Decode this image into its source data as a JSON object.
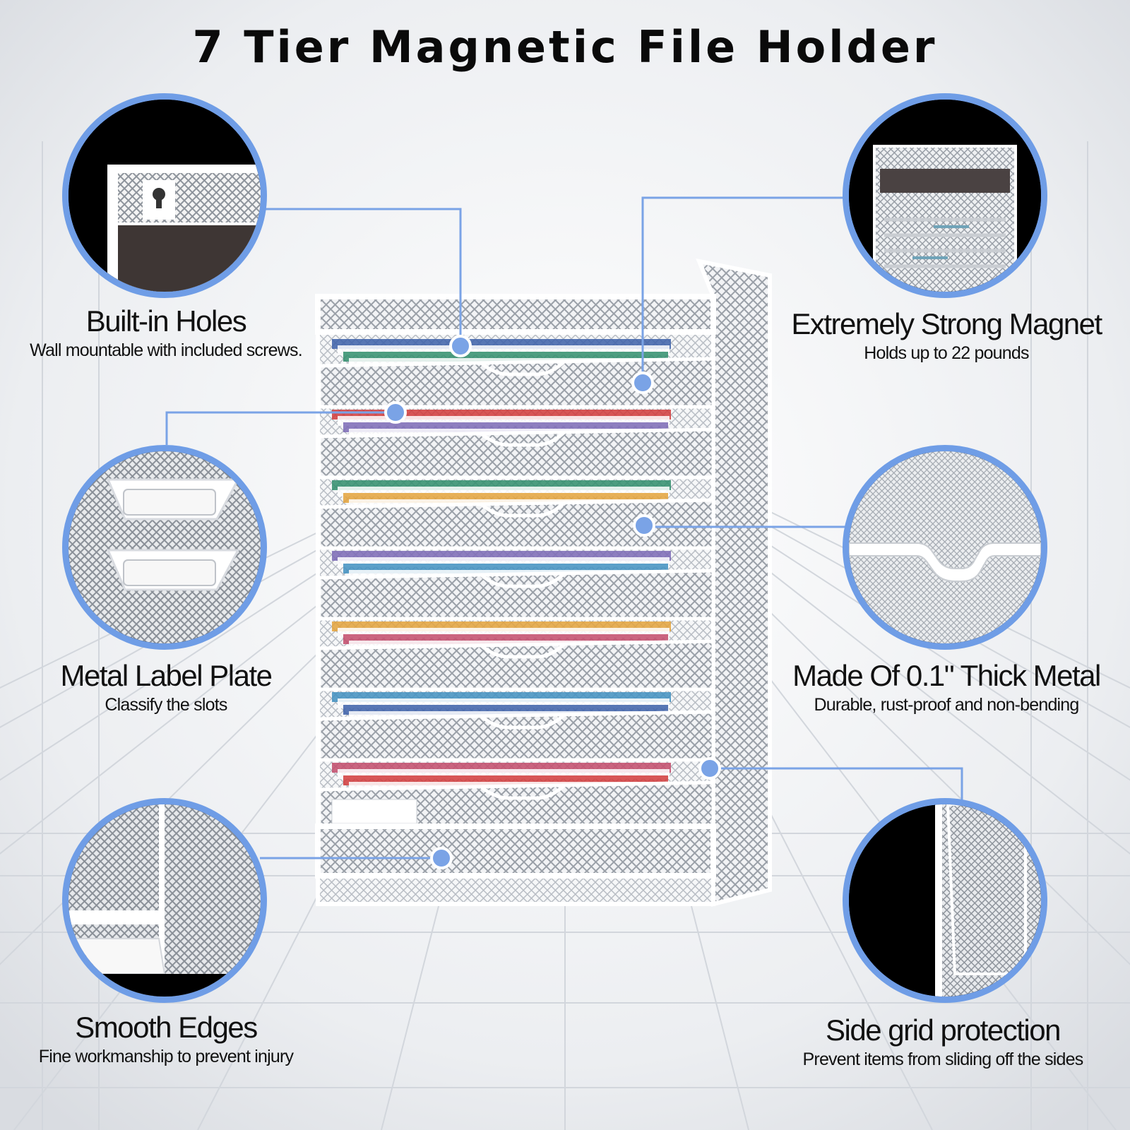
{
  "title": "7 Tier Magnetic File Holder",
  "colors": {
    "accent": "#6f9de6",
    "text": "#111111",
    "background": "#f3f4f6"
  },
  "features": [
    {
      "id": "built-in-holes",
      "heading": "Built-in Holes",
      "sub": "Wall mountable with included screws."
    },
    {
      "id": "magnet",
      "heading": "Extremely Strong Magnet",
      "sub": "Holds up to 22 pounds"
    },
    {
      "id": "label-plate",
      "heading": "Metal Label Plate",
      "sub": "Classify the slots"
    },
    {
      "id": "thick-metal",
      "heading": "Made Of 0.1\" Thick Metal",
      "sub": "Durable, rust-proof and non-bending"
    },
    {
      "id": "smooth-edges",
      "heading": "Smooth Edges",
      "sub": "Fine workmanship to prevent injury"
    },
    {
      "id": "side-grid",
      "heading": "Side grid protection",
      "sub": "Prevent items from sliding off the sides"
    }
  ],
  "icons": [
    "keyhole-icon",
    "magnet-strip-icon",
    "label-plate-icon",
    "thick-metal-icon",
    "smooth-edge-icon",
    "side-grid-icon"
  ]
}
